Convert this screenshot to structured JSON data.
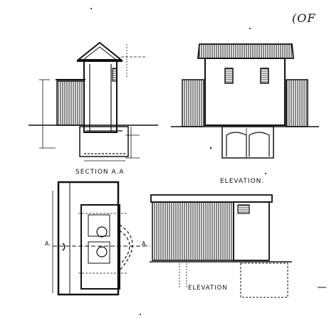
{
  "labels": {
    "section": "SECTION A.A",
    "elevation": "ELEVATION.",
    "elevation_2": "ELEVATION",
    "marker_left": "A.",
    "marker_right": "A.",
    "reference": "(OF"
  },
  "colors": {
    "ink": "#111111",
    "paper": "#ffffff"
  }
}
